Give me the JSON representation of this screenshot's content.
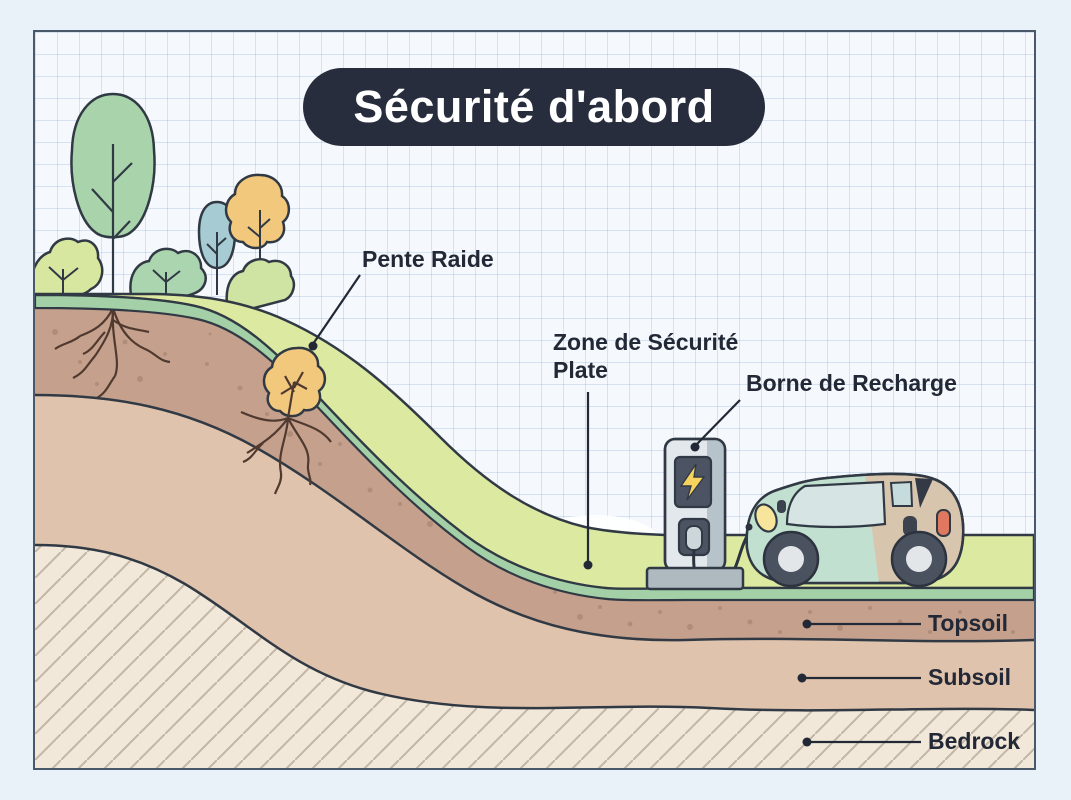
{
  "title": "Sécurité d'abord",
  "labels": {
    "slope": "Pente Raide",
    "flat_zone_line1": "Zone de Sécurité",
    "flat_zone_line2": "Plate",
    "charger": "Borne de Recharge",
    "topsoil": "Topsoil",
    "subsoil": "Subsoil",
    "bedrock": "Bedrock"
  },
  "icons": {
    "charger_screen": "lightning-bolt-icon"
  },
  "colors": {
    "page_bg": "#e9f1f9",
    "grid_paper": "#f5f9fd",
    "grid_line": "#b4c9e2",
    "frame_border": "#49586a",
    "title_bg": "#272d3c",
    "label_text": "#222835",
    "outline": "#313a44",
    "grass": "#dce9a1",
    "turf": "#a3d0a6",
    "topsoil": "#c5a18d",
    "subsoil": "#e0c3ac",
    "bedrock": "#f1e8da",
    "bedrock_hatch": "#c2b6a6",
    "tree_green": "#a9d3ab",
    "tree_blue": "#a6cbd3",
    "tree_orange": "#f2c87d",
    "bush_light": "#d8e7a0",
    "bush_green": "#abd5af",
    "roots": "#503a30",
    "cloud": "#ffffff",
    "charger_body": "#e2e8ec",
    "charger_side": "#b7c3cb",
    "charger_dark": "#4c5464",
    "bolt_yellow": "#f6d35e",
    "charger_base": "#aeb9c0",
    "car_mint": "#c2e0d0",
    "car_tan": "#d8c5ae",
    "car_window": "#d6e4e4",
    "wheel": "#4a5260",
    "wheel_hub": "#e3e6e8",
    "headlight": "#f6e59a",
    "taillight": "#e0785f"
  }
}
